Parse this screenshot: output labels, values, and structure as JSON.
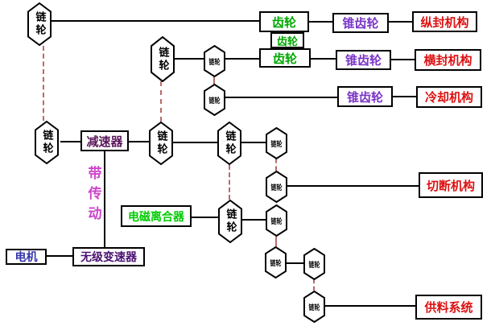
{
  "colors": {
    "gear_green": "#00a800",
    "clutch_green": "#00cc00",
    "bevel_gear_purple": "#7b35c8",
    "mechanism_red": "#dd1111",
    "reducer_purple": "#5b175b",
    "cvt_purple": "#4a1273",
    "motor_blue": "#3333aa",
    "belt_magenta": "#cc44cc",
    "chain_dash_red": "#b96a6a",
    "node_outline_black": "#000000"
  },
  "nodes": {
    "sprockets_tall": [
      {
        "label": "链轮"
      },
      {
        "label": "链轮"
      },
      {
        "label": "链轮"
      },
      {
        "label": "链轮"
      },
      {
        "label": "链轮"
      },
      {
        "label": "链轮"
      }
    ],
    "sprockets_small": [
      {
        "label": "链轮"
      },
      {
        "label": "链轮"
      },
      {
        "label": "链轮"
      },
      {
        "label": "链轮"
      },
      {
        "label": "链轮"
      },
      {
        "label": "链轮"
      },
      {
        "label": "链轮"
      },
      {
        "label": "链轮"
      }
    ],
    "gears": [
      {
        "label": "齿轮"
      },
      {
        "label": "齿轮"
      },
      {
        "label": "齿轮"
      }
    ],
    "bevel_gears": [
      {
        "label": "锥齿轮"
      },
      {
        "label": "锥齿轮"
      },
      {
        "label": "锥齿轮"
      }
    ],
    "mechanisms": [
      {
        "label": "纵封机构"
      },
      {
        "label": "横封机构"
      },
      {
        "label": "冷却机构"
      },
      {
        "label": "切断机构"
      },
      {
        "label": "供料系统"
      }
    ],
    "reducer": {
      "label": "减速器"
    },
    "clutch": {
      "label": "电磁离合器"
    },
    "motor": {
      "label": "电机"
    },
    "cvt": {
      "label": "无级变速器"
    },
    "belt_drive": {
      "label": "带传动"
    }
  }
}
